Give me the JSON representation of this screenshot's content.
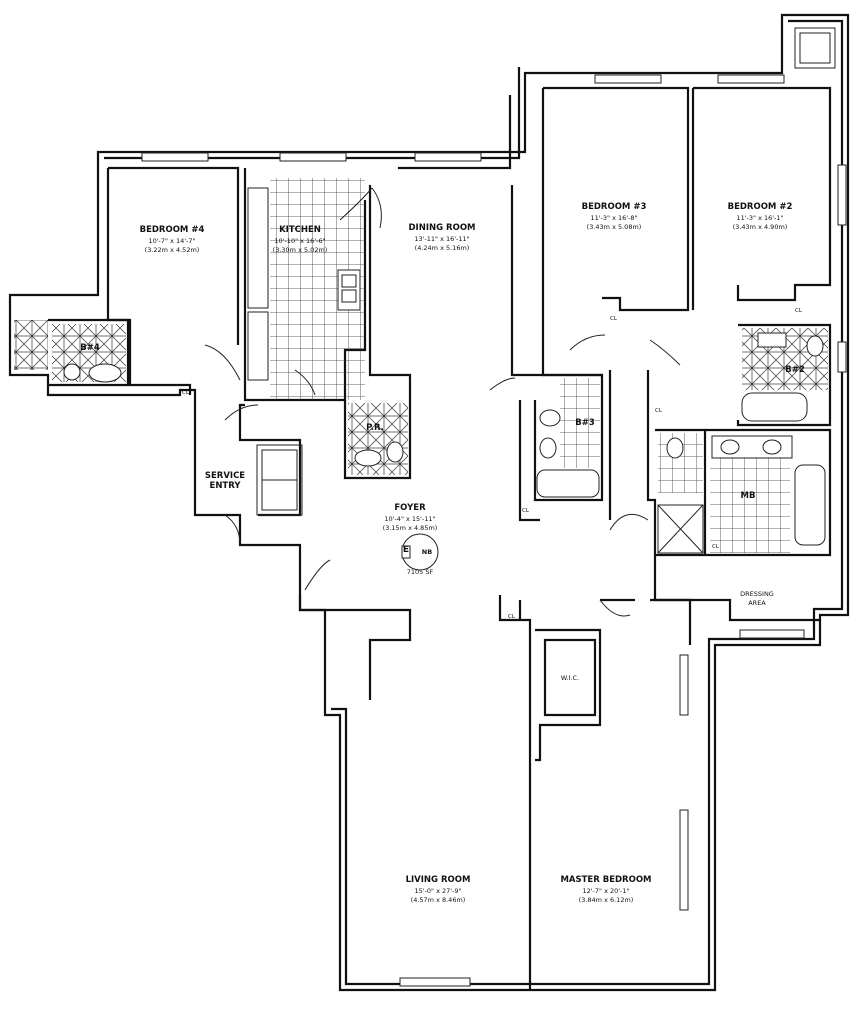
{
  "rooms": {
    "bedroom4": {
      "name": "BEDROOM #4",
      "dim1": "10'-7\" x 14'-7\"",
      "dim2": "(3.22m x 4.52m)"
    },
    "kitchen": {
      "name": "KITCHEN",
      "dim1": "10'-10\" x 16'-6\"",
      "dim2": "(3.30m x 5.02m)"
    },
    "dining": {
      "name": "DINING ROOM",
      "dim1": "13'-11\" x 16'-11\"",
      "dim2": "(4.24m x 5.16m)"
    },
    "bedroom3": {
      "name": "BEDROOM #3",
      "dim1": "11'-3\" x 16'-8\"",
      "dim2": "(3.43m x 5.08m)"
    },
    "bedroom2": {
      "name": "BEDROOM #2",
      "dim1": "11'-3\" x 16'-1\"",
      "dim2": "(3.43m x 4.90m)"
    },
    "foyer": {
      "name": "FOYER",
      "dim1": "10'-4\" x 15'-11\"",
      "dim2": "(3.15m x 4.85m)"
    },
    "living": {
      "name": "LIVING ROOM",
      "dim1": "15'-0\" x 27'-9\"",
      "dim2": "(4.57m x 8.46m)"
    },
    "master": {
      "name": "MASTER BEDROOM",
      "dim1": "12'-7\" x 20'-1\"",
      "dim2": "(3.84m x 6.12m)"
    }
  },
  "labels": {
    "service_entry_1": "SERVICE",
    "service_entry_2": "ENTRY",
    "b4": "B#4",
    "pr": "P.R.",
    "b3": "B#3",
    "b2": "B#2",
    "mb": "MB",
    "dressing_1": "DRESSING",
    "dressing_2": "AREA",
    "wic": "W.I.C.",
    "cl": "CL"
  },
  "elevator": {
    "letter": "E",
    "code": "NB",
    "note": "7105 SF"
  }
}
